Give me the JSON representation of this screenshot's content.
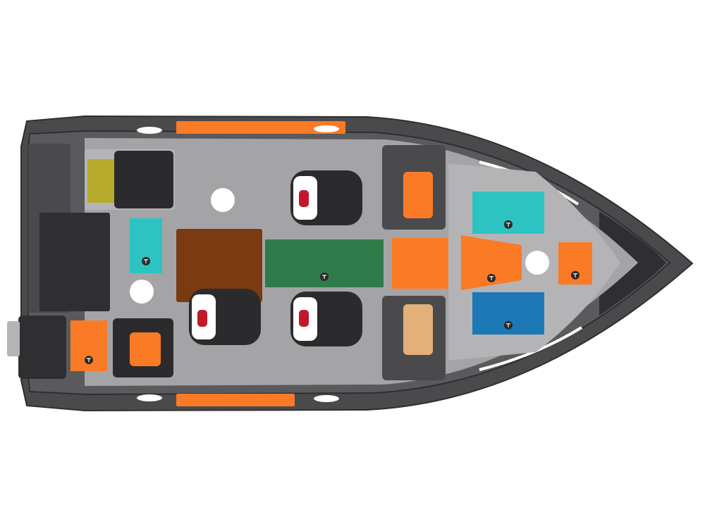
{
  "colors": {
    "background": "#ffffff",
    "hull": "#4a4a4c",
    "hull_edge": "#2f2f31",
    "gunwale": "#5a5a5c",
    "deck": "#a4a4a6",
    "deck_light": "#b4b4b6",
    "orange": "#fb7a25",
    "teal": "#2ec3c3",
    "blue": "#1d78b6",
    "olive": "#b5aa2a",
    "brown": "#7a3a12",
    "green": "#2f7c4a",
    "tan": "#e3b07a",
    "seat": "#2b2b2d",
    "seat_accent": "#c2182a",
    "white": "#ffffff"
  },
  "compartments": [
    {
      "id": "rod-locker-port",
      "color": "orange",
      "has_latch": false
    },
    {
      "id": "rod-locker-starboard",
      "color": "orange",
      "has_latch": false
    },
    {
      "id": "livewell-aft",
      "color": "olive",
      "has_latch": false
    },
    {
      "id": "cooler-aft",
      "color": "teal",
      "has_latch": true
    },
    {
      "id": "aft-deck-storage",
      "color": "brown",
      "has_latch": false
    },
    {
      "id": "center-storage",
      "color": "green",
      "has_latch": true
    },
    {
      "id": "stern-storage-starboard",
      "color": "orange",
      "has_latch": true
    },
    {
      "id": "aft-seat-orange",
      "color": "orange",
      "has_latch": false
    },
    {
      "id": "console-port-storage",
      "color": "orange",
      "has_latch": false
    },
    {
      "id": "walkthrough-storage",
      "color": "orange",
      "has_latch": false
    },
    {
      "id": "console-starboard-storage",
      "color": "tan",
      "has_latch": false
    },
    {
      "id": "bow-storage-port",
      "color": "teal",
      "has_latch": true
    },
    {
      "id": "bow-storage-center",
      "color": "orange",
      "has_latch": true
    },
    {
      "id": "bow-storage-front",
      "color": "orange",
      "has_latch": true
    },
    {
      "id": "bow-storage-starboard",
      "color": "blue",
      "has_latch": true
    }
  ],
  "seats": [
    {
      "id": "helm-seat-port",
      "color": "seat"
    },
    {
      "id": "helm-seat-starboard",
      "color": "seat"
    },
    {
      "id": "aft-seat-starboard",
      "color": "seat"
    }
  ]
}
